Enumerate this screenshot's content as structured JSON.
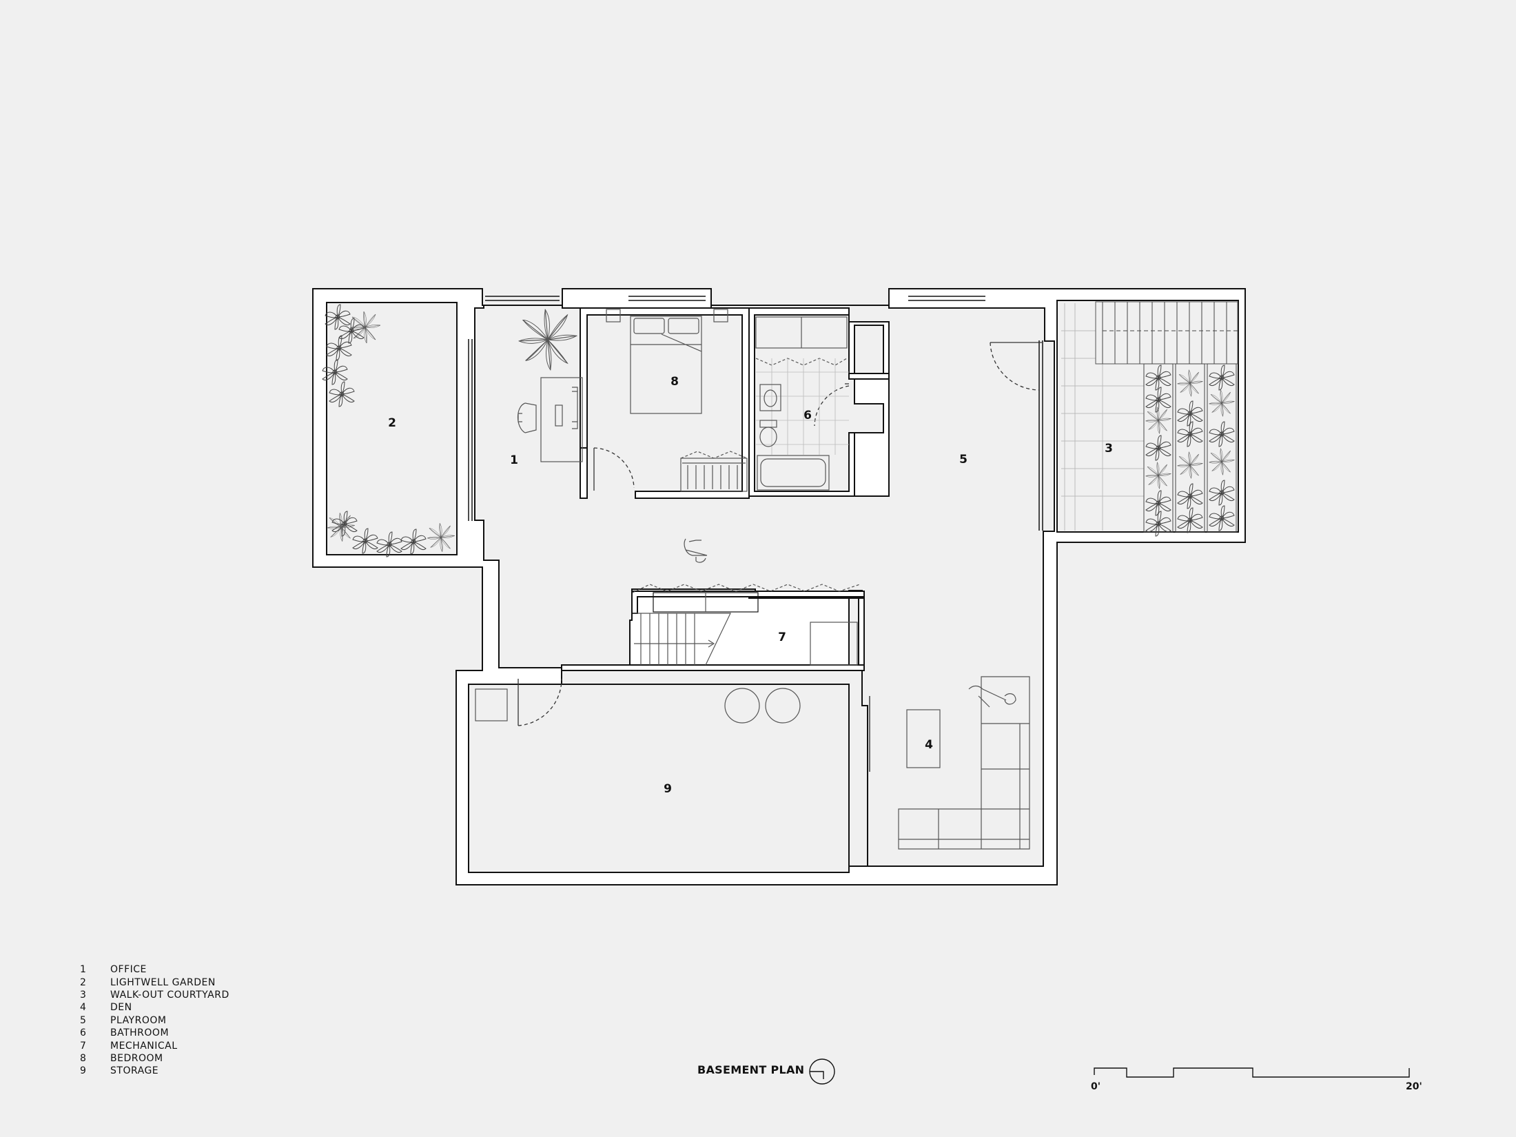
{
  "plan_title": "BASEMENT PLAN",
  "rooms": [
    {
      "number": "1",
      "name": "OFFICE"
    },
    {
      "number": "2",
      "name": "LIGHTWELL GARDEN"
    },
    {
      "number": "3",
      "name": "WALK-OUT COURTYARD"
    },
    {
      "number": "4",
      "name": "DEN"
    },
    {
      "number": "5",
      "name": "PLAYROOM"
    },
    {
      "number": "6",
      "name": "BATHROOM"
    },
    {
      "number": "7",
      "name": "MECHANICAL"
    },
    {
      "number": "8",
      "name": "BEDROOM"
    },
    {
      "number": "9",
      "name": "STORAGE"
    }
  ],
  "scale_bar": {
    "start_label": "0'",
    "end_label": "20'"
  },
  "colors": {
    "background": "#f0f0f0",
    "wall_fill": "#ffffff",
    "line": "#111111",
    "furniture": "#666666"
  }
}
